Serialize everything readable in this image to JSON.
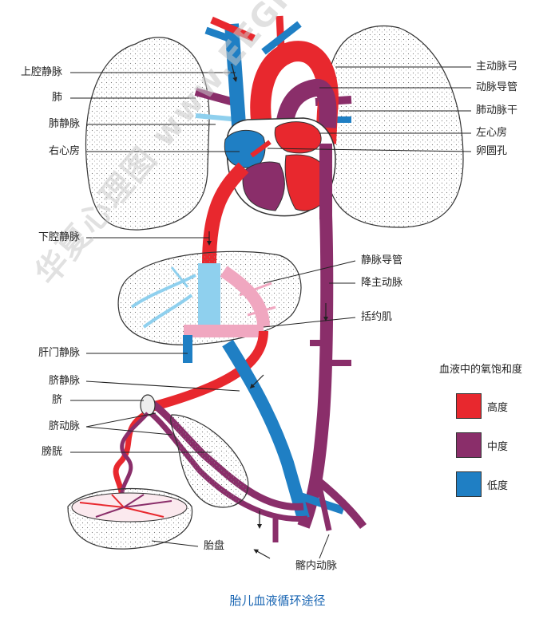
{
  "caption": "胎儿血液循环途径",
  "watermark": "华夏心理图 www.EEGhx.com",
  "labels_left": {
    "svc": "上腔静脉",
    "lung": "肺",
    "pulm_vein": "肺静脉",
    "right_atrium": "右心房",
    "ivc": "下腔静脉",
    "portal_vein": "肝门静脉",
    "umb_vein": "脐静脉",
    "umbilicus": "脐",
    "umb_artery": "脐动脉",
    "bladder": "膀胱"
  },
  "labels_right": {
    "aortic_arch": "主动脉弓",
    "ductus_arteriosus": "动脉导管",
    "pulm_trunk": "肺动脉干",
    "left_atrium": "左心房",
    "foramen_ovale": "卵圆孔",
    "ductus_venosus": "静脉导管",
    "desc_aorta": "降主动脉",
    "sphincter": "括约肌"
  },
  "labels_bottom": {
    "placenta": "胎盘",
    "iliac_artery": "髂内动脉"
  },
  "legend": {
    "title": "血液中的氧饱和度",
    "items": [
      {
        "label": "高度",
        "color": "#e8282e"
      },
      {
        "label": "中度",
        "color": "#8a2e6a"
      },
      {
        "label": "低度",
        "color": "#1f7fc4"
      }
    ]
  },
  "colors": {
    "high": "#e8282e",
    "medium": "#8a2e6a",
    "low": "#1f7fc4",
    "light_blue": "#8fd0ee",
    "pink": "#f0a7c0"
  }
}
